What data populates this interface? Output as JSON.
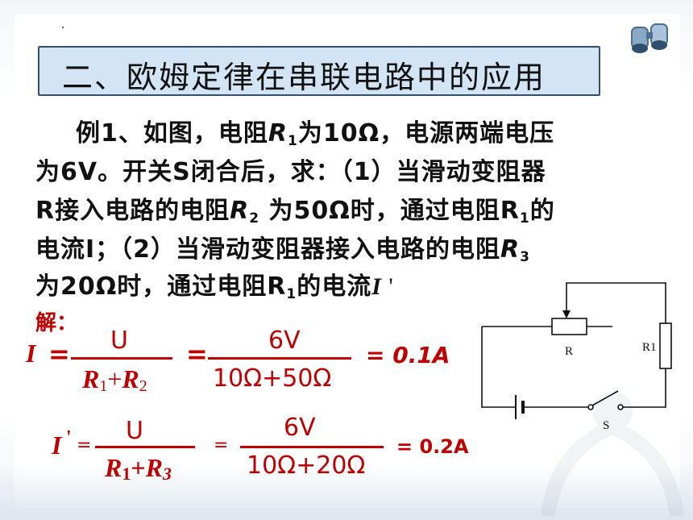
{
  "title": "二、欧姆定律在串联电路中的应用",
  "problem": {
    "l1": {
      "a": "例1、如图，电阻",
      "r": "R",
      "sub": "1",
      "b": "为10Ω，电源两端电压"
    },
    "l2": "为6V。开关S闭合后，求：（1）当滑动变阻器",
    "l3": {
      "a": "R接入电路的电阻",
      "r": "R",
      "sub": "2",
      "b": " 为50Ω时，通过电阻R",
      "sub2": "1",
      "c": "的"
    },
    "l4": {
      "a": "电流I；（2）当滑动变阻器接入电路的电阻",
      "r": "R",
      "sub": "3"
    },
    "l5": {
      "a": "为20Ω时，通过电阻R",
      "sub": "1",
      "b": "的电流",
      "c": "I",
      "d": " '"
    }
  },
  "solution_label": "解：",
  "formula1": {
    "lhs": "I",
    "eq": "=",
    "num1": "U",
    "den1_r1": "R",
    "den1_s1": "1",
    "den1_plus": "+",
    "den1_r2": "R",
    "den1_s2": "2",
    "eq2": "=",
    "num2": "6V",
    "den2": "10Ω+50Ω",
    "result": "= 0.1A"
  },
  "formula2": {
    "lhs": "I",
    "prime": "'",
    "eq": "=",
    "num1": "U",
    "den1_r1": "R",
    "den1_s1": "1",
    "den1_plus": "+",
    "den1_r2": "R",
    "den1_s2": "3",
    "eq2": "=",
    "num2": "6V",
    "den2": "10Ω+20Ω",
    "result": "= 0.2A"
  },
  "circuit": {
    "rheostat_label": "R",
    "resistor_label": "R1",
    "switch_label": "S"
  }
}
